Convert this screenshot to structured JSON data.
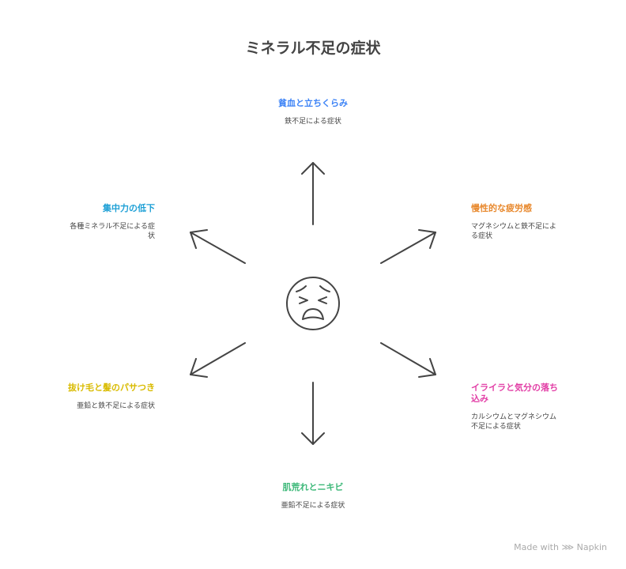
{
  "title": "ミネラル不足の症状",
  "colors": {
    "blue": "#3b82f6",
    "orange": "#e8892e",
    "pink": "#e23fa6",
    "green": "#3cb878",
    "yellow": "#d9bb00",
    "cyan": "#1ea0d6",
    "line": "#444444"
  },
  "center_icon": "tired-face-icon",
  "items": [
    {
      "title": "貧血と立ちくらみ",
      "desc": "鉄不足による症状"
    },
    {
      "title": "慢性的な疲労感",
      "desc": "マグネシウムと鉄不足による症状"
    },
    {
      "title": "イライラと気分の落ち込み",
      "desc": "カルシウムとマグネシウム不足による症状"
    },
    {
      "title": "肌荒れとニキビ",
      "desc": "亜鉛不足による症状"
    },
    {
      "title": "抜け毛と髪のパサつき",
      "desc": "亜鉛と鉄不足による症状"
    },
    {
      "title": "集中力の低下",
      "desc": "各種ミネラル不足による症状"
    }
  ],
  "footer": {
    "made_with": "Made with",
    "brand": "Napkin"
  }
}
